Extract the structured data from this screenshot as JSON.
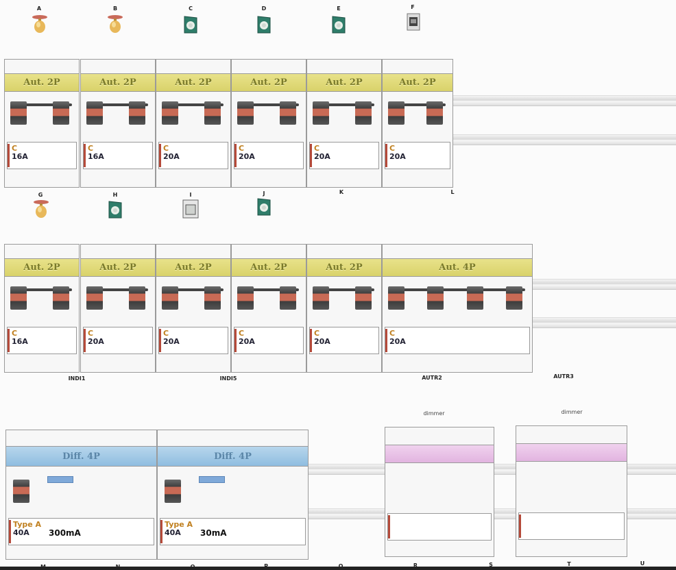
{
  "top_row_letters": [
    "A",
    "B",
    "C",
    "D",
    "E",
    "F"
  ],
  "middle_row_letters": [
    "G",
    "H",
    "I",
    "J",
    "K",
    "L"
  ],
  "bottom_letters": [
    "M",
    "N",
    "O",
    "P",
    "Q",
    "R",
    "S",
    "T",
    "U"
  ],
  "row1_modules": [
    {
      "label": "Aut. 2P",
      "curve": "C",
      "rating": "16A"
    },
    {
      "label": "Aut. 2P",
      "curve": "C",
      "rating": "16A"
    },
    {
      "label": "Aut. 2P",
      "curve": "C",
      "rating": "20A"
    },
    {
      "label": "Aut. 2P",
      "curve": "C",
      "rating": "20A"
    },
    {
      "label": "Aut. 2P",
      "curve": "C",
      "rating": "20A"
    },
    {
      "label": "Aut. 2P",
      "curve": "C",
      "rating": "20A"
    }
  ],
  "row2_modules": [
    {
      "label": "Aut. 2P",
      "curve": "C",
      "rating": "16A"
    },
    {
      "label": "Aut. 2P",
      "curve": "C",
      "rating": "20A"
    },
    {
      "label": "Aut. 2P",
      "curve": "C",
      "rating": "20A"
    },
    {
      "label": "Aut. 2P",
      "curve": "C",
      "rating": "20A"
    },
    {
      "label": "Aut. 2P",
      "curve": "C",
      "rating": "20A"
    },
    {
      "label": "Aut. 4P",
      "curve": "C",
      "rating": "20A"
    }
  ],
  "row2_captions": [
    "INDI1",
    "INDI5",
    "AUTR2",
    "AUTR3"
  ],
  "dimmer_labels": [
    "dimmer",
    "dimmer"
  ],
  "row3_modules": [
    {
      "label": "Diff. 4P",
      "type": "Type A",
      "rating": "40A",
      "sensitivity": "300mA"
    },
    {
      "label": "Diff. 4P",
      "type": "Type A",
      "rating": "40A",
      "sensitivity": "30mA"
    }
  ],
  "colors": {
    "aut_band": "#dcd46e",
    "diff_band": "#9cc6e4",
    "dimmer_band": "#e6bce4",
    "pole_red": "#c86a55"
  }
}
